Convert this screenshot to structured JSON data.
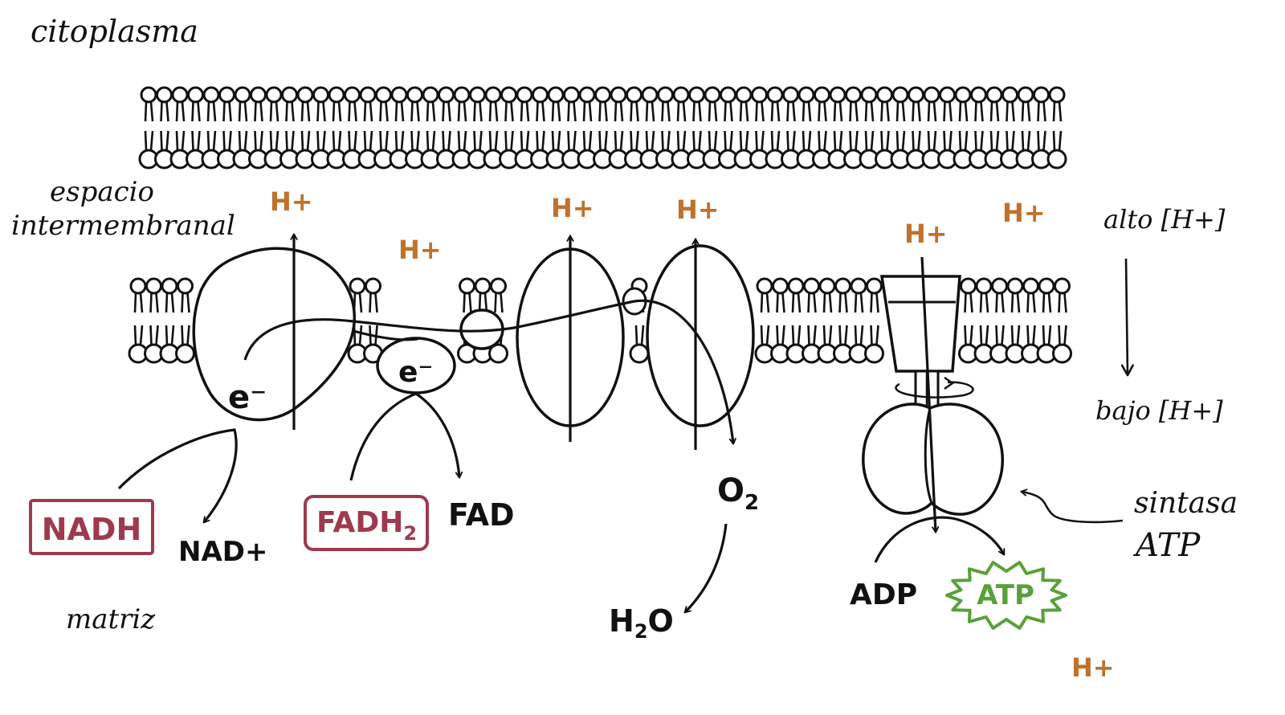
{
  "labels": {
    "cytoplasm": "citoplasma",
    "intermembrane_line1": "espacio",
    "intermembrane_line2": "intermembranal",
    "matrix": "matriz",
    "high": "alto [H+]",
    "low": "bajo [H+]",
    "synthase_line1": "sintasa",
    "synthase_line2": "ATP"
  },
  "molecules": {
    "nadh": "NADH",
    "nad": "NAD+",
    "fadh2": "FADH",
    "fadh2_sub": "2",
    "fad": "FAD",
    "o2": "O",
    "o2_sub": "2",
    "h2o_a": "H",
    "h2o_sub": "2",
    "h2o_b": "O",
    "adp": "ADP",
    "atp": "ATP"
  },
  "electrons": {
    "e1": "e⁻",
    "e2": "e⁻"
  },
  "protons": {
    "h1": "H+",
    "h2": "H+",
    "h3": "H+",
    "h4": "H+",
    "h5": "H+",
    "h6": "H+",
    "h7": "H+"
  },
  "colors": {
    "ink": "#111111",
    "proton": "#c0712b",
    "nadh_box": "#9e3a4e",
    "atp": "#5aa03a"
  }
}
